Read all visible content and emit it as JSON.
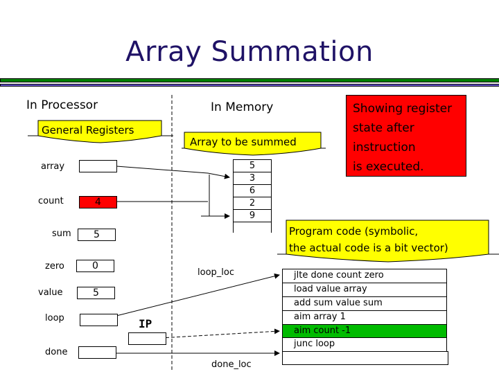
{
  "title": "Array Summation",
  "colors": {
    "title": "#1f1266",
    "rule_green": "#008000",
    "rule_blue": "#6655cc",
    "callout_fill": "#ffff00",
    "highlight_red": "#ff0000",
    "highlight_green": "#00bb00"
  },
  "processor": {
    "heading": "In Processor",
    "banner": "General Registers",
    "registers": [
      {
        "name": "array",
        "value": "",
        "highlighted": false,
        "points_to": "memory array"
      },
      {
        "name": "count",
        "value": "4",
        "highlighted": true,
        "points_to": "memory array"
      },
      {
        "name": "sum",
        "value": "5",
        "highlighted": false
      },
      {
        "name": "zero",
        "value": "0",
        "highlighted": false
      },
      {
        "name": "value",
        "value": "5",
        "highlighted": false
      },
      {
        "name": "loop",
        "value": "",
        "highlighted": false,
        "points_to": "loop_loc"
      },
      {
        "name": "done",
        "value": "",
        "highlighted": false,
        "points_to": "done_loc"
      }
    ],
    "ip": {
      "label": "IP",
      "value": ""
    }
  },
  "memory": {
    "heading": "In Memory",
    "banner": "Array to be summed",
    "cells": [
      "5",
      "3",
      "6",
      "2",
      "9",
      ""
    ]
  },
  "note": {
    "lines": [
      "Showing register",
      "state after",
      "instruction",
      "is executed."
    ]
  },
  "program": {
    "banner_lines": [
      "Program code (symbolic,",
      "the actual code is a bit vector)"
    ],
    "loop_label": "loop_loc",
    "done_label": "done_loc",
    "instructions": [
      {
        "text": "jlte done count zero",
        "current": false
      },
      {
        "text": "load value array",
        "current": false
      },
      {
        "text": "add sum value sum",
        "current": false
      },
      {
        "text": "aim array 1",
        "current": false
      },
      {
        "text": "aim count -1",
        "current": true
      },
      {
        "text": "junc loop",
        "current": false
      },
      {
        "text": "",
        "current": false
      }
    ]
  }
}
